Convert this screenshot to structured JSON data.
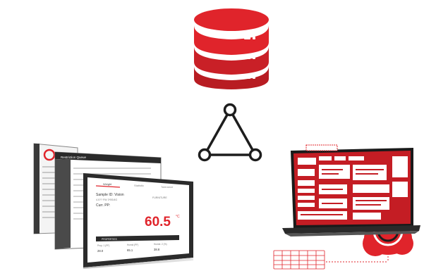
{
  "colors": {
    "accent": "#e0242b",
    "accent_dark": "#b81c22",
    "dark": "#1d1d1d"
  },
  "icons": {
    "top": "database-icon",
    "middle": "network-triangle-icon",
    "left": "software-windows-illustration",
    "right": "laptop-illustration"
  },
  "monitor": {
    "tabs": [
      "Weight",
      "Statistic",
      "Tolerance"
    ],
    "sample_id": "Sample ID: Vision",
    "sample_sub": "4.0?? FW 3*5S/4G",
    "curr": "Curr. PP:",
    "right_label": "FURNITURE",
    "reading": "60.5",
    "unit": "°C",
    "bottom_title": "PROPERTIES",
    "fields": [
      "Prop. 1 (PF)",
      "Humid (PF)",
      "Humid. 2 (%)"
    ],
    "field_values": [
      "28.0",
      "65.1",
      "38.8"
    ]
  },
  "panel_mid": {
    "title": "Restriction Queue"
  }
}
